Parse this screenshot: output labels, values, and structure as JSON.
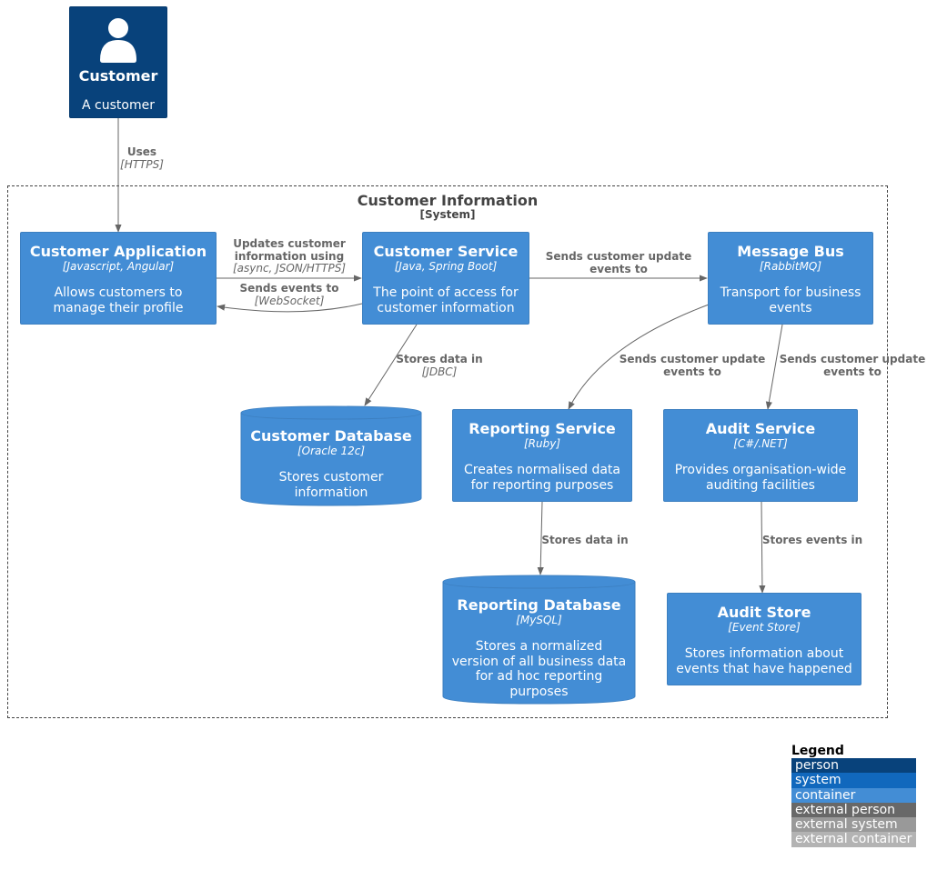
{
  "person": {
    "name": "Customer",
    "desc": "A customer"
  },
  "boundary": {
    "title": "Customer Information",
    "type": "[System]"
  },
  "containers": {
    "customer_app": {
      "title": "Customer Application",
      "tech": "[Javascript, Angular]",
      "desc_lines": [
        "Allows customers to",
        "manage their profile"
      ]
    },
    "customer_service": {
      "title": "Customer Service",
      "tech": "[Java, Spring Boot]",
      "desc_lines": [
        "The point of access for",
        "customer information"
      ]
    },
    "message_bus": {
      "title": "Message Bus",
      "tech": "[RabbitMQ]",
      "desc_lines": [
        "Transport for business",
        "events"
      ]
    },
    "reporting_service": {
      "title": "Reporting Service",
      "tech": "[Ruby]",
      "desc_lines": [
        "Creates normalised data",
        "for reporting purposes"
      ]
    },
    "audit_service": {
      "title": "Audit Service",
      "tech": "[C#/.NET]",
      "desc_lines": [
        "Provides organisation-wide",
        "auditing facilities"
      ]
    },
    "audit_store": {
      "title": "Audit Store",
      "tech": "[Event Store]",
      "desc_lines": [
        "Stores information about",
        "events that have happened"
      ]
    },
    "customer_db": {
      "title": "Customer Database",
      "tech": "[Oracle 12c]",
      "desc_lines": [
        "Stores customer",
        "information"
      ]
    },
    "reporting_db": {
      "title": "Reporting Database",
      "tech": "[MySQL]",
      "desc_lines": [
        "Stores a normalized",
        "version of all business data",
        "for ad hoc reporting",
        "purposes"
      ]
    }
  },
  "edges": {
    "uses": {
      "label_lines": [
        "Uses"
      ],
      "tech": "[HTTPS]"
    },
    "updates": {
      "label_lines": [
        "Updates customer",
        "information using"
      ],
      "tech": "[async, JSON/HTTPS]"
    },
    "sends_ws": {
      "label_lines": [
        "Sends events to"
      ],
      "tech": "[WebSocket]"
    },
    "to_bus": {
      "label_lines": [
        "Sends customer update",
        "events to"
      ],
      "tech": ""
    },
    "stores_jdbc": {
      "label_lines": [
        "Stores data in"
      ],
      "tech": "[JDBC]"
    },
    "bus_reporting": {
      "label_lines": [
        "Sends customer update",
        "events to"
      ],
      "tech": ""
    },
    "bus_audit": {
      "label_lines": [
        "Sends customer update",
        "events to"
      ],
      "tech": ""
    },
    "reporting_db": {
      "label_lines": [
        "Stores data in"
      ],
      "tech": ""
    },
    "audit_store": {
      "label_lines": [
        "Stores events in"
      ],
      "tech": ""
    }
  },
  "legend": {
    "title": "Legend",
    "items": [
      {
        "label": "person",
        "color": "#08427B"
      },
      {
        "label": "system",
        "color": "#1168BD"
      },
      {
        "label": "container",
        "color": "#438DD5"
      },
      {
        "label": "external person",
        "color": "#686868"
      },
      {
        "label": "external system",
        "color": "#999999"
      },
      {
        "label": "external container",
        "color": "#B3B3B3"
      }
    ]
  }
}
